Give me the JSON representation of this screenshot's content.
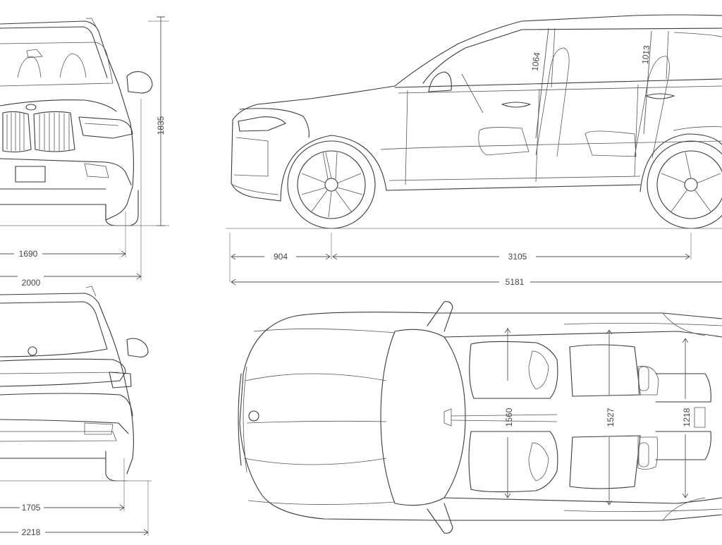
{
  "diagram": {
    "dimensions": {
      "front_track": "1690",
      "front_width": "2000",
      "height": "1835",
      "front_overhang": "904",
      "wheelbase": "3105",
      "length": "5181",
      "front_headroom": "1064",
      "second_row_headroom": "1013",
      "rear_track": "1705",
      "rear_width_with_mirrors": "2218",
      "front_shoulder_width": "1560",
      "second_row_shoulder_width": "1527",
      "third_row_shoulder_width": "1218"
    },
    "views": [
      "front-view",
      "side-view",
      "rear-view",
      "top-view"
    ]
  }
}
